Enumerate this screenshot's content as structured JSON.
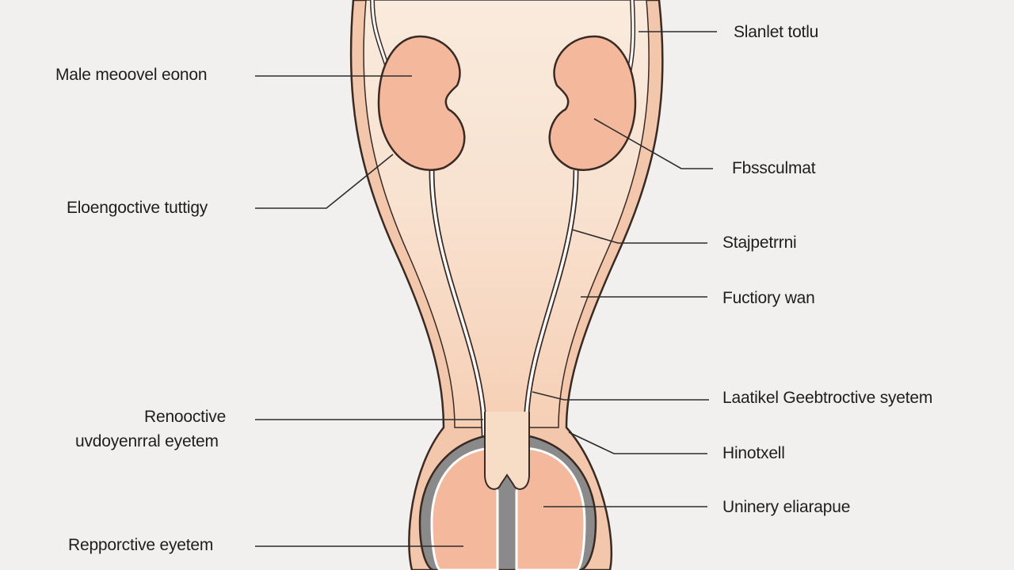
{
  "diagram": {
    "labels": {
      "top_right": "Slanlet totlu",
      "left_upper": "Male meoovel eonon",
      "right_upper_mid": "Fbssculmat",
      "left_mid": "Eloengoctive tuttigy",
      "right_mid": "Stajpetrrni",
      "right_lower_mid": "Fuctiory wan",
      "left_lower_line1": "Renooctive",
      "left_lower_line2": "uvdoyenrral eyetem",
      "right_lower": "Laatikel Geebtroctive syetem",
      "right_bottom_upper": "Hinotxell",
      "right_bottom": "Uninery eliarapue",
      "left_bottom": "Repporctive eyetem"
    },
    "colors": {
      "background": "#f1f0ee",
      "outline": "#3a2a24",
      "body_fill": "#f7dcc6",
      "organ_fill": "#f4b89d",
      "bladder_wall": "#8a8a8a",
      "leader_line": "#2c2c2c"
    }
  }
}
